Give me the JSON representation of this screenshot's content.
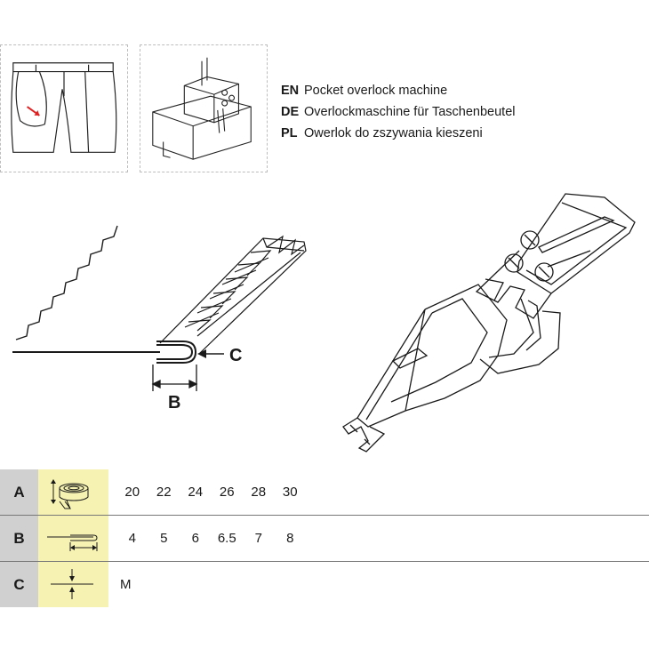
{
  "languages": [
    {
      "code": "EN",
      "text": "Pocket overlock machine"
    },
    {
      "code": "DE",
      "text": "Overlockmaschine für Taschenbeutel"
    },
    {
      "code": "PL",
      "text": "Owerlok do zszywania kieszeni"
    }
  ],
  "diagram": {
    "label_b": "B",
    "label_c": "C"
  },
  "table": {
    "rows": [
      {
        "label": "A",
        "icon": "tape-roll-width-icon",
        "values": [
          "20",
          "22",
          "24",
          "26",
          "28",
          "30"
        ]
      },
      {
        "label": "B",
        "icon": "fold-width-icon",
        "values": [
          "4",
          "5",
          "6",
          "6.5",
          "7",
          "8"
        ]
      },
      {
        "label": "C",
        "icon": "material-thickness-icon",
        "values": [
          "M"
        ]
      }
    ]
  },
  "colors": {
    "label_cell": "#d0d0d0",
    "icon_cell": "#f6f3b2",
    "arrow_red": "#e02020"
  }
}
